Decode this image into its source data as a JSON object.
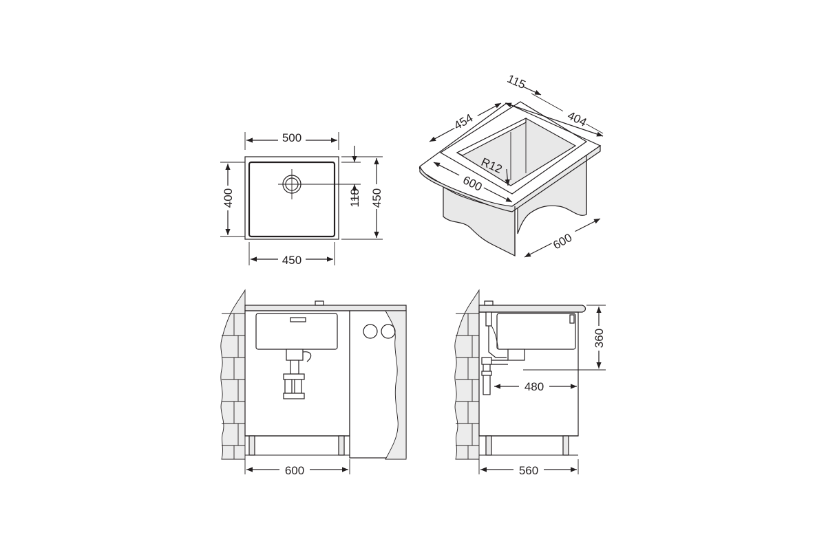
{
  "colors": {
    "line": "#231f20",
    "background": "#ffffff",
    "fill": "#e8e8e8"
  },
  "top_view": {
    "width_outer": "500",
    "width_inner": "450",
    "height_inner": "400",
    "height_outer": "450",
    "drain_offset": "118"
  },
  "iso_view": {
    "dim_depth": "115",
    "dim_bowl_width": "454",
    "dim_bowl_length": "404",
    "dim_radius": "R12",
    "dim_cabinet_front": "600",
    "dim_cabinet_side": "600"
  },
  "front_view": {
    "dim_cabinet": "600"
  },
  "side_view": {
    "dim_height": "360",
    "dim_drain": "480",
    "dim_cabinet": "560"
  }
}
